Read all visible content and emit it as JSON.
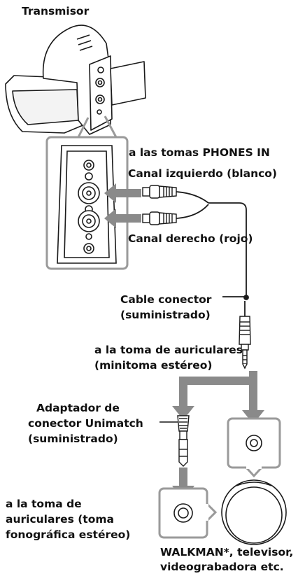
{
  "labels": {
    "transmitter": "Transmisor",
    "phones_in": "a las tomas PHONES IN",
    "left_channel": "Canal izquierdo (blanco)",
    "right_channel": "Canal derecho (rojo)",
    "cable_line1": "Cable conector",
    "cable_line2": "(suministrado)",
    "headphone_jack_line1": "a la toma de auriculares",
    "headphone_jack_line2": "(minitoma estéreo)",
    "adapter_line1": "Adaptador de",
    "adapter_line2": "conector Unimatch",
    "adapter_line3": "(suministrado)",
    "stereo_jack_line1": "a la toma de",
    "stereo_jack_line2": "auriculares (toma",
    "stereo_jack_line3": "fonográfica estéreo)",
    "devices_line1": "WALKMAN*, televisor,",
    "devices_line2": "videograbadora etc."
  },
  "colors": {
    "arrow": "#8a8a8a",
    "outline": "#1a1a1a",
    "callout": "#9a9a9a"
  }
}
